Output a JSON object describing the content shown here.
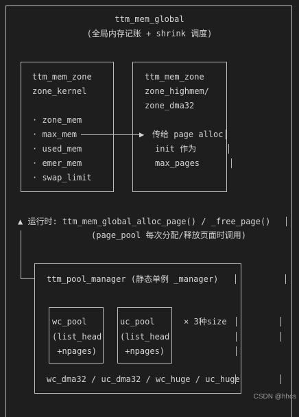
{
  "global": {
    "title": "ttm_mem_global",
    "subtitle": "(全局内存记账 + shrink 调度)"
  },
  "zone_kernel": {
    "line1": "ttm_mem_zone",
    "line2": "zone_kernel",
    "fields": [
      "· zone_mem",
      "· max_mem",
      "· used_mem",
      "· emer_mem",
      "· swap_limit"
    ]
  },
  "zone_highmem": {
    "line1": "ttm_mem_zone",
    "line2": "zone_highmem/",
    "line3": "zone_dma32"
  },
  "arrow": {
    "label1": "传给 page alloc",
    "label2": "init 作为",
    "label3": "max_pages"
  },
  "runtime": {
    "line1": "▲ 运行时: ttm_mem_global_alloc_page() / _free_page()",
    "line2": "(page_pool 每次分配/释放页面时调用)"
  },
  "pool_manager": {
    "title": "ttm_pool_manager (静态单例 _manager)",
    "wc_pool": [
      "wc_pool",
      "(list_head",
      " +npages)"
    ],
    "uc_pool": [
      "uc_pool",
      "(list_head",
      " +npages)"
    ],
    "multiplier": "× 3种size",
    "footer": "wc_dma32 / uc_dma32 / wc_huge / uc_huge"
  },
  "watermark": "CSDN @hhcs"
}
